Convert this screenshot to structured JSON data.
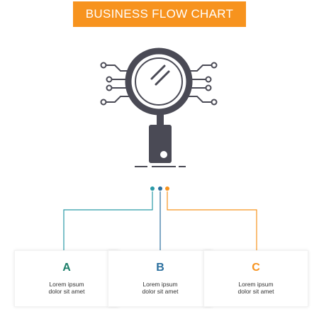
{
  "header": {
    "title": "BUSINESS FLOW CHART"
  },
  "colors": {
    "banner": "#f7931e",
    "icon": "#4a4a55",
    "teal": "#2a9aa7",
    "blue": "#2b6f9e",
    "orange": "#f7931e",
    "green": "#1d7f6a"
  },
  "icon": {
    "name": "magnifier-analysis-icon"
  },
  "steps": [
    {
      "letter": "A",
      "line1": "Lorem ipsum",
      "line2": "dolor sit amet",
      "color": "#1d7f6a"
    },
    {
      "letter": "B",
      "line1": "Lorem ipsum",
      "line2": "dolor sit amet",
      "color": "#2b6f9e"
    },
    {
      "letter": "C",
      "line1": "Lorem ipsum",
      "line2": "dolor sit amet",
      "color": "#f7931e"
    }
  ]
}
